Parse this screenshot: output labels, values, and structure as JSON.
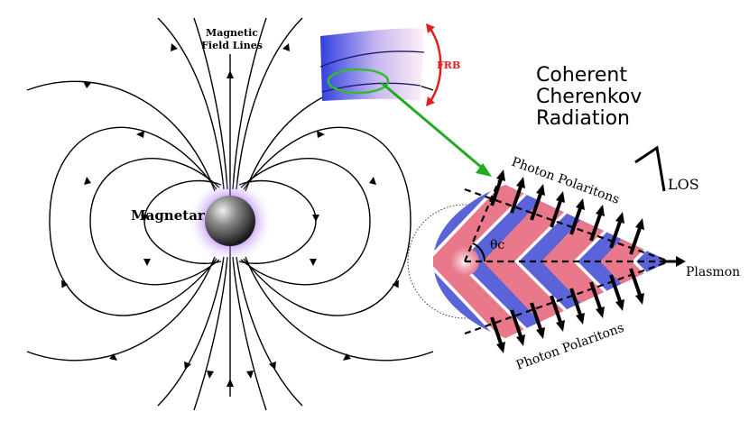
{
  "labels": {
    "field_lines": [
      "Magnetic",
      "Field Lines"
    ],
    "magnetar": "Magnetar",
    "frb": "FRB",
    "title": [
      "Coherent",
      "Cherenkov",
      "Radiation"
    ],
    "los": "LOS",
    "photon_top": "Photon Polaritons",
    "photon_bottom": "Photon Polaritons",
    "plasmon": "Plasmon",
    "theta": "θc"
  },
  "colors": {
    "field_line": "#000000",
    "frb_arrow": "#e02020",
    "zoom_ellipse": "#33bb33",
    "zoom_arrow": "#22aa22",
    "wedge_red": "#e8788a",
    "wedge_blue": "#5a63d8",
    "star_glow": "#b070f0"
  },
  "icons": {
    "eye": "eye-symbol-icon"
  }
}
